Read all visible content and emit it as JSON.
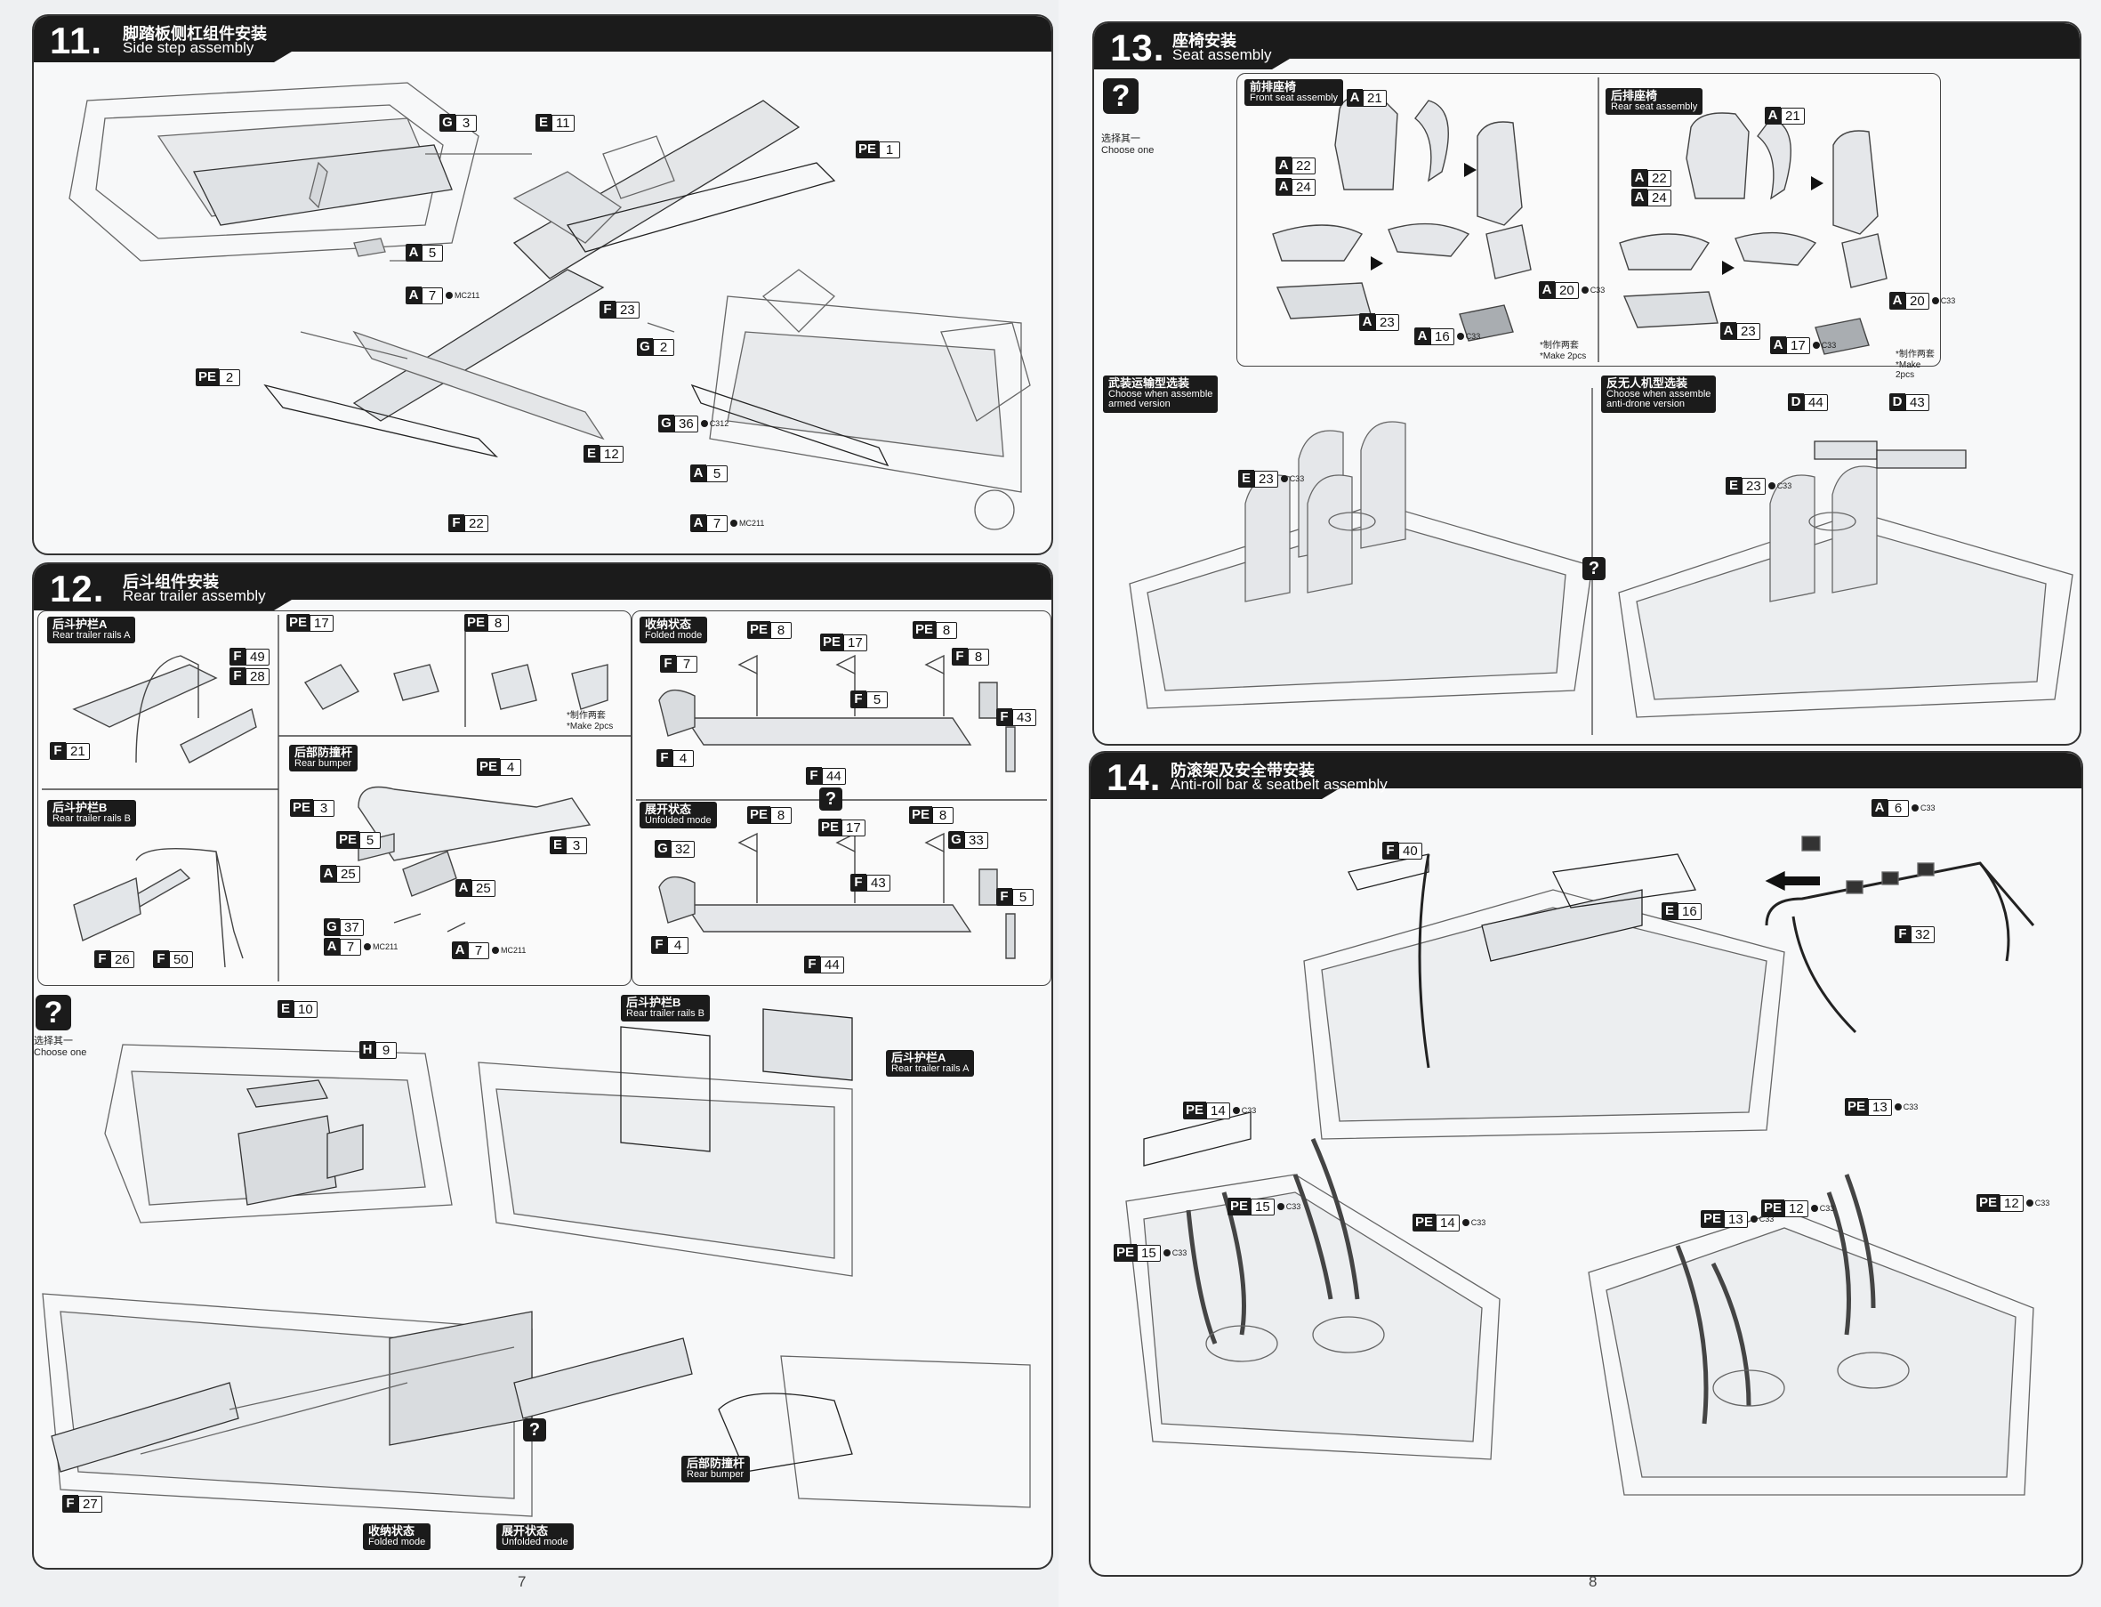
{
  "pages": {
    "left_number": "7",
    "right_number": "8"
  },
  "step11": {
    "number": "11.",
    "title_cn": "脚踏板侧杠组件安装",
    "title_en": "Side step assembly"
  },
  "step12": {
    "number": "12.",
    "title_cn": "后斗组件安装",
    "title_en": "Rear trailer assembly",
    "rails_a": {
      "cn": "后斗护栏A",
      "en": "Rear trailer rails A"
    },
    "rails_b": {
      "cn": "后斗护栏B",
      "en": "Rear trailer rails B"
    },
    "bumper": {
      "cn": "后部防撞杆",
      "en": "Rear bumper"
    },
    "folded": {
      "cn": "收纳状态",
      "en": "Folded mode"
    },
    "unfolded": {
      "cn": "展开状态",
      "en": "Unfolded mode"
    },
    "make_note": {
      "cn": "*制作两套",
      "en": "*Make 2pcs"
    },
    "choose": {
      "cn": "选择其一",
      "en": "Choose one"
    }
  },
  "step13": {
    "number": "13.",
    "title_cn": "座椅安装",
    "title_en": "Seat assembly",
    "choose": {
      "cn": "选择其一",
      "en": "Choose one"
    },
    "front_seat": {
      "cn": "前排座椅",
      "en": "Front seat assembly"
    },
    "rear_seat": {
      "cn": "后排座椅",
      "en": "Rear seat assembly"
    },
    "armed": {
      "cn": "武装运输型选装",
      "en1": "Choose when assemble",
      "en2": "armed version"
    },
    "antidrone": {
      "cn": "反无人机型选装",
      "en1": "Choose when assemble",
      "en2": "anti-drone version"
    },
    "make_note": {
      "cn": "*制作两套",
      "en": "*Make 2pcs"
    }
  },
  "step14": {
    "number": "14.",
    "title_cn": "防滚架及安全带安装",
    "title_en": "Anti-roll bar & seatbelt assembly"
  },
  "labels": [
    {
      "k": "G",
      "n": "3"
    },
    {
      "k": "E",
      "n": "11"
    },
    {
      "k": "PE",
      "n": "1"
    },
    {
      "k": "A",
      "n": "5"
    },
    {
      "k": "A",
      "n": "7",
      "c": "MC211"
    },
    {
      "k": "F",
      "n": "23"
    },
    {
      "k": "PE",
      "n": "2"
    },
    {
      "k": "E",
      "n": "12"
    },
    {
      "k": "F",
      "n": "22"
    },
    {
      "k": "G",
      "n": "2"
    },
    {
      "k": "G",
      "n": "36",
      "c": "C312"
    },
    {
      "k": "A",
      "n": "5"
    },
    {
      "k": "A",
      "n": "7",
      "c": "MC211"
    },
    {
      "k": "F",
      "n": "49"
    },
    {
      "k": "F",
      "n": "28"
    },
    {
      "k": "F",
      "n": "21"
    },
    {
      "k": "PE",
      "n": "17"
    },
    {
      "k": "PE",
      "n": "8"
    },
    {
      "k": "F",
      "n": "26"
    },
    {
      "k": "F",
      "n": "50"
    },
    {
      "k": "PE",
      "n": "4"
    },
    {
      "k": "PE",
      "n": "3"
    },
    {
      "k": "PE",
      "n": "5"
    },
    {
      "k": "E",
      "n": "3"
    },
    {
      "k": "A",
      "n": "25"
    },
    {
      "k": "A",
      "n": "25"
    },
    {
      "k": "G",
      "n": "37"
    },
    {
      "k": "A",
      "n": "7",
      "c": "MC211"
    },
    {
      "k": "A",
      "n": "7",
      "c": "MC211"
    },
    {
      "k": "PE",
      "n": "8"
    },
    {
      "k": "PE",
      "n": "17"
    },
    {
      "k": "PE",
      "n": "8"
    },
    {
      "k": "F",
      "n": "7"
    },
    {
      "k": "F",
      "n": "8"
    },
    {
      "k": "F",
      "n": "43"
    },
    {
      "k": "F",
      "n": "5"
    },
    {
      "k": "F",
      "n": "4"
    },
    {
      "k": "F",
      "n": "44"
    },
    {
      "k": "PE",
      "n": "8"
    },
    {
      "k": "PE",
      "n": "17"
    },
    {
      "k": "PE",
      "n": "8"
    },
    {
      "k": "G",
      "n": "32"
    },
    {
      "k": "G",
      "n": "33"
    },
    {
      "k": "F",
      "n": "43"
    },
    {
      "k": "F",
      "n": "5"
    },
    {
      "k": "F",
      "n": "4"
    },
    {
      "k": "F",
      "n": "44"
    },
    {
      "k": "E",
      "n": "10"
    },
    {
      "k": "H",
      "n": "9"
    },
    {
      "k": "F",
      "n": "27"
    },
    {
      "k": "A",
      "n": "21"
    },
    {
      "k": "A",
      "n": "22"
    },
    {
      "k": "A",
      "n": "24"
    },
    {
      "k": "A",
      "n": "20",
      "c": "C33"
    },
    {
      "k": "A",
      "n": "23"
    },
    {
      "k": "A",
      "n": "16",
      "c": "C33"
    },
    {
      "k": "A",
      "n": "21"
    },
    {
      "k": "A",
      "n": "22"
    },
    {
      "k": "A",
      "n": "24"
    },
    {
      "k": "A",
      "n": "20",
      "c": "C33"
    },
    {
      "k": "A",
      "n": "23"
    },
    {
      "k": "A",
      "n": "17",
      "c": "C33"
    },
    {
      "k": "E",
      "n": "23",
      "c": "C33"
    },
    {
      "k": "D",
      "n": "44"
    },
    {
      "k": "D",
      "n": "43"
    },
    {
      "k": "E",
      "n": "23",
      "c": "C33"
    },
    {
      "k": "F",
      "n": "40"
    },
    {
      "k": "E",
      "n": "16"
    },
    {
      "k": "A",
      "n": "6",
      "c": "C33"
    },
    {
      "k": "F",
      "n": "32"
    },
    {
      "k": "PE",
      "n": "14",
      "c": "C33"
    },
    {
      "k": "PE",
      "n": "15",
      "c": "C33"
    },
    {
      "k": "PE",
      "n": "14",
      "c": "C33"
    },
    {
      "k": "PE",
      "n": "15",
      "c": "C33"
    },
    {
      "k": "PE",
      "n": "13",
      "c": "C33"
    },
    {
      "k": "PE",
      "n": "12",
      "c": "C33"
    },
    {
      "k": "PE",
      "n": "13",
      "c": "C33"
    },
    {
      "k": "PE",
      "n": "12",
      "c": "C33"
    }
  ]
}
